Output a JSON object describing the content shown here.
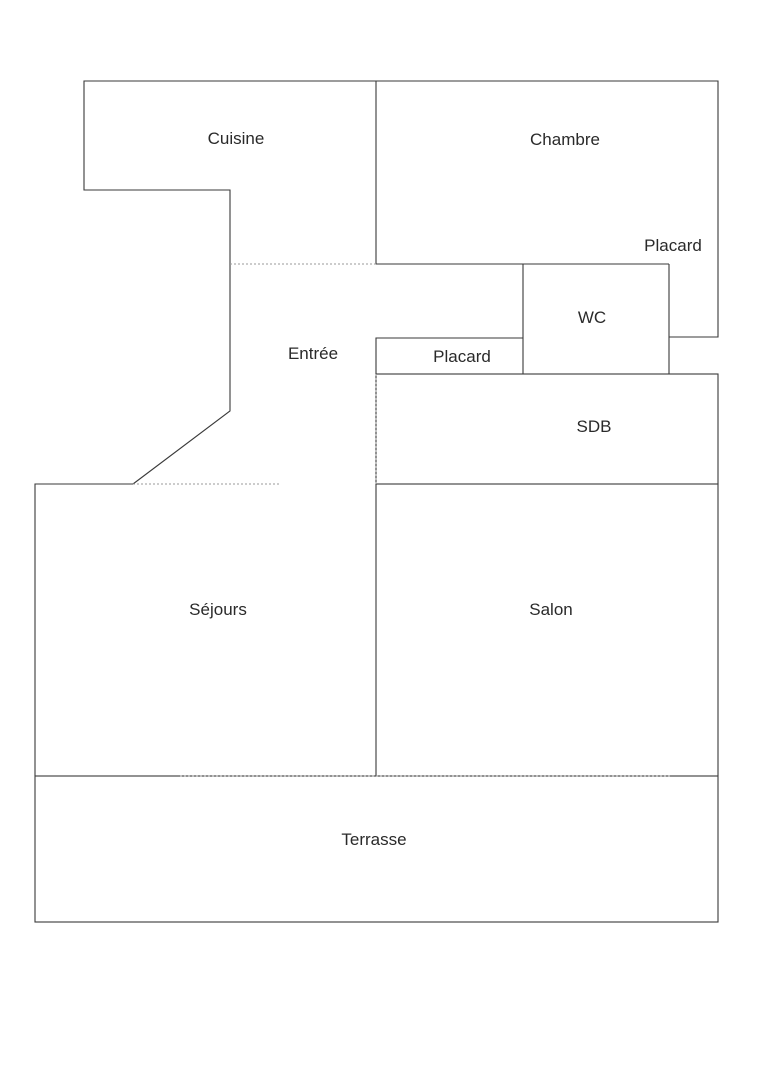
{
  "rooms": {
    "cuisine": "Cuisine",
    "chambre": "Chambre",
    "placard_chambre": "Placard",
    "wc": "WC",
    "entree": "Entrée",
    "placard_entree": "Placard",
    "sdb": "SDB",
    "sejours": "Séjours",
    "salon": "Salon",
    "terrasse": "Terrasse"
  },
  "colors": {
    "wall": "#3a3a3a",
    "opening": "#9a9a9a",
    "text": "#2a2a2a",
    "background": "#ffffff"
  }
}
